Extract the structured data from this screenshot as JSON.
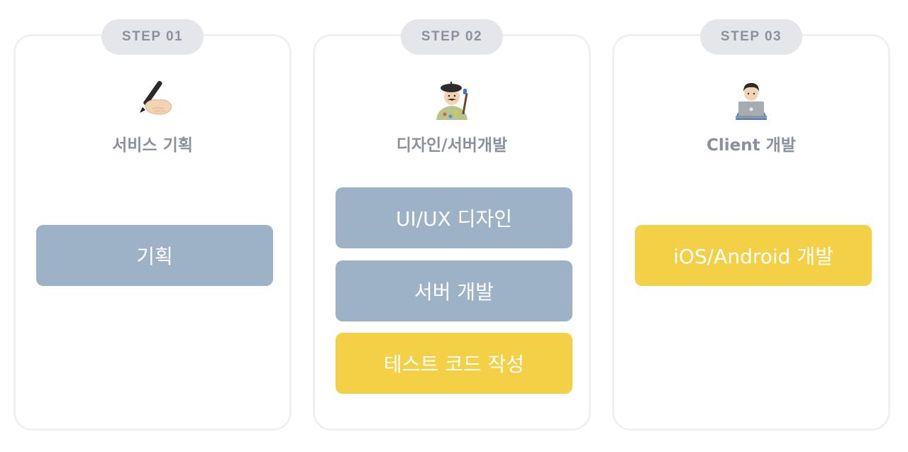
{
  "colors": {
    "card_border": "#eef0f3",
    "badge_bg": "#e4e6ea",
    "muted_text": "#8b919c",
    "task_blue": "#9eb2c7",
    "task_yellow": "#f4d046"
  },
  "steps": [
    {
      "badge": "STEP 01",
      "icon": "writing-hand-icon",
      "title": "서비스 기획",
      "tasks": [
        {
          "label": "기획",
          "color": "blue"
        }
      ]
    },
    {
      "badge": "STEP 02",
      "icon": "artist-icon",
      "title": "디자인/서버개발",
      "tasks": [
        {
          "label": "UI/UX 디자인",
          "color": "blue"
        },
        {
          "label": "서버 개발",
          "color": "blue"
        },
        {
          "label": "테스트 코드 작성",
          "color": "yellow"
        }
      ]
    },
    {
      "badge": "STEP 03",
      "icon": "technologist-icon",
      "title": "Client 개발",
      "tasks": [
        {
          "label": "iOS/Android 개발",
          "color": "yellow"
        }
      ]
    }
  ]
}
